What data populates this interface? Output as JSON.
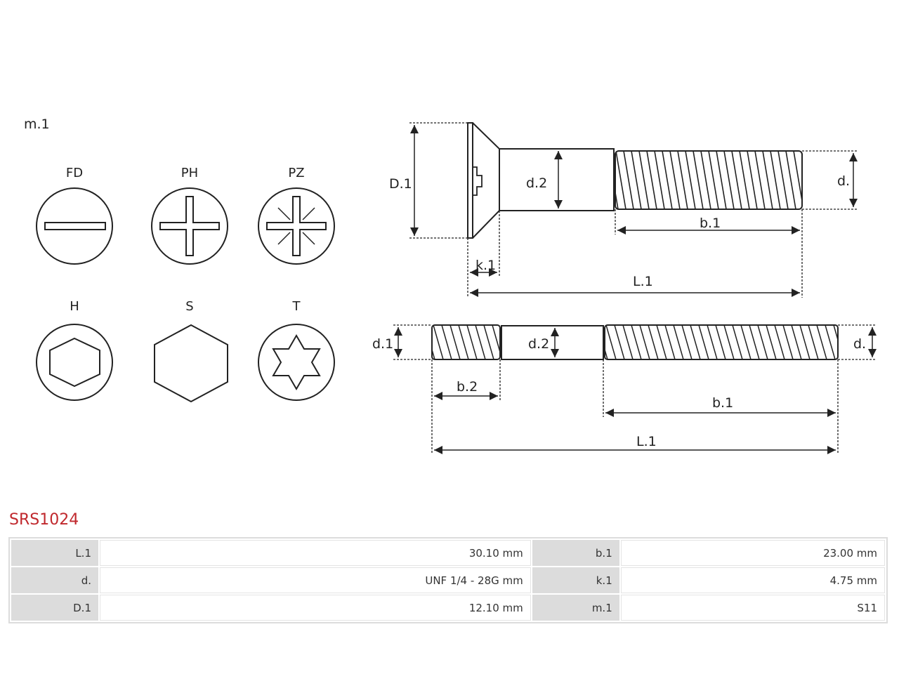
{
  "drive_types": {
    "title": "m.1",
    "items": [
      {
        "code": "FD"
      },
      {
        "code": "PH"
      },
      {
        "code": "PZ"
      },
      {
        "code": "H"
      },
      {
        "code": "S"
      },
      {
        "code": "T"
      }
    ]
  },
  "screw_view": {
    "labels": {
      "D1": "D.1",
      "d2": "d.2",
      "d": "d.",
      "b1": "b.1",
      "k1": "k.1",
      "L1": "L.1"
    }
  },
  "stud_view": {
    "labels": {
      "d1": "d.1",
      "d2": "d.2",
      "d": "d.",
      "b2": "b.2",
      "b1": "b.1",
      "L1": "L.1"
    }
  },
  "part_number": "SRS1024",
  "specs": {
    "rows": [
      [
        {
          "key": "L.1",
          "value": "30.10 mm"
        },
        {
          "key": "b.1",
          "value": "23.00 mm"
        }
      ],
      [
        {
          "key": "d.",
          "value": "UNF 1/4 - 28G mm"
        },
        {
          "key": "k.1",
          "value": "4.75 mm"
        }
      ],
      [
        {
          "key": "D.1",
          "value": "12.10 mm"
        },
        {
          "key": "m.1",
          "value": "S11"
        }
      ]
    ]
  }
}
